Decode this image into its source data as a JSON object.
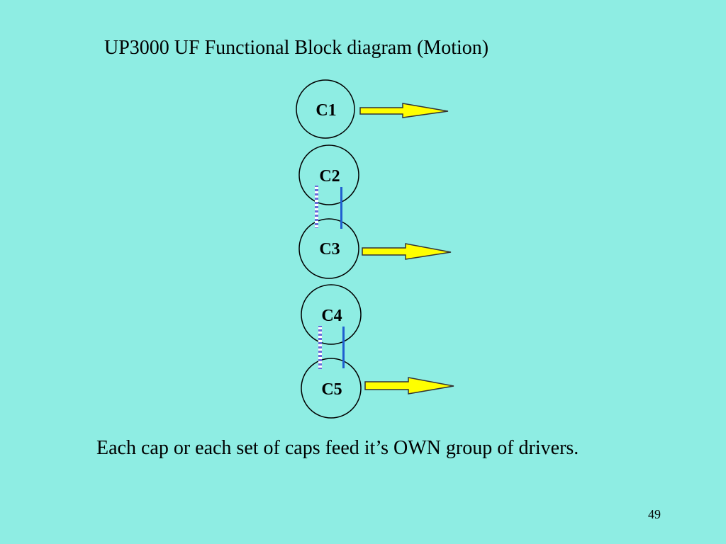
{
  "slide": {
    "title": "UP3000 UF Functional Block diagram (Motion)",
    "caption": "Each cap or each set of caps feed it’s OWN group of drivers.",
    "page_number": "49"
  },
  "diagram": {
    "capacitors": [
      {
        "id": "c1",
        "label": "C1",
        "has_arrow": true
      },
      {
        "id": "c2",
        "label": "C2",
        "has_arrow": false
      },
      {
        "id": "c3",
        "label": "C3",
        "has_arrow": true
      },
      {
        "id": "c4",
        "label": "C4",
        "has_arrow": false
      },
      {
        "id": "c5",
        "label": "C5",
        "has_arrow": true
      }
    ],
    "connections": [
      {
        "from": "C2",
        "to": "C3"
      },
      {
        "from": "C4",
        "to": "C5"
      }
    ],
    "colors": {
      "background": "#8EEDE3",
      "circle_fill": "#8EEDE3",
      "circle_stroke": "#000000",
      "arrow_fill": "#FFFF00",
      "arrow_stroke": "#333333",
      "link_solid": "#1F5FD0",
      "link_striped_a": "#FFFFFF",
      "link_striped_b": "#6A6AD8"
    }
  }
}
